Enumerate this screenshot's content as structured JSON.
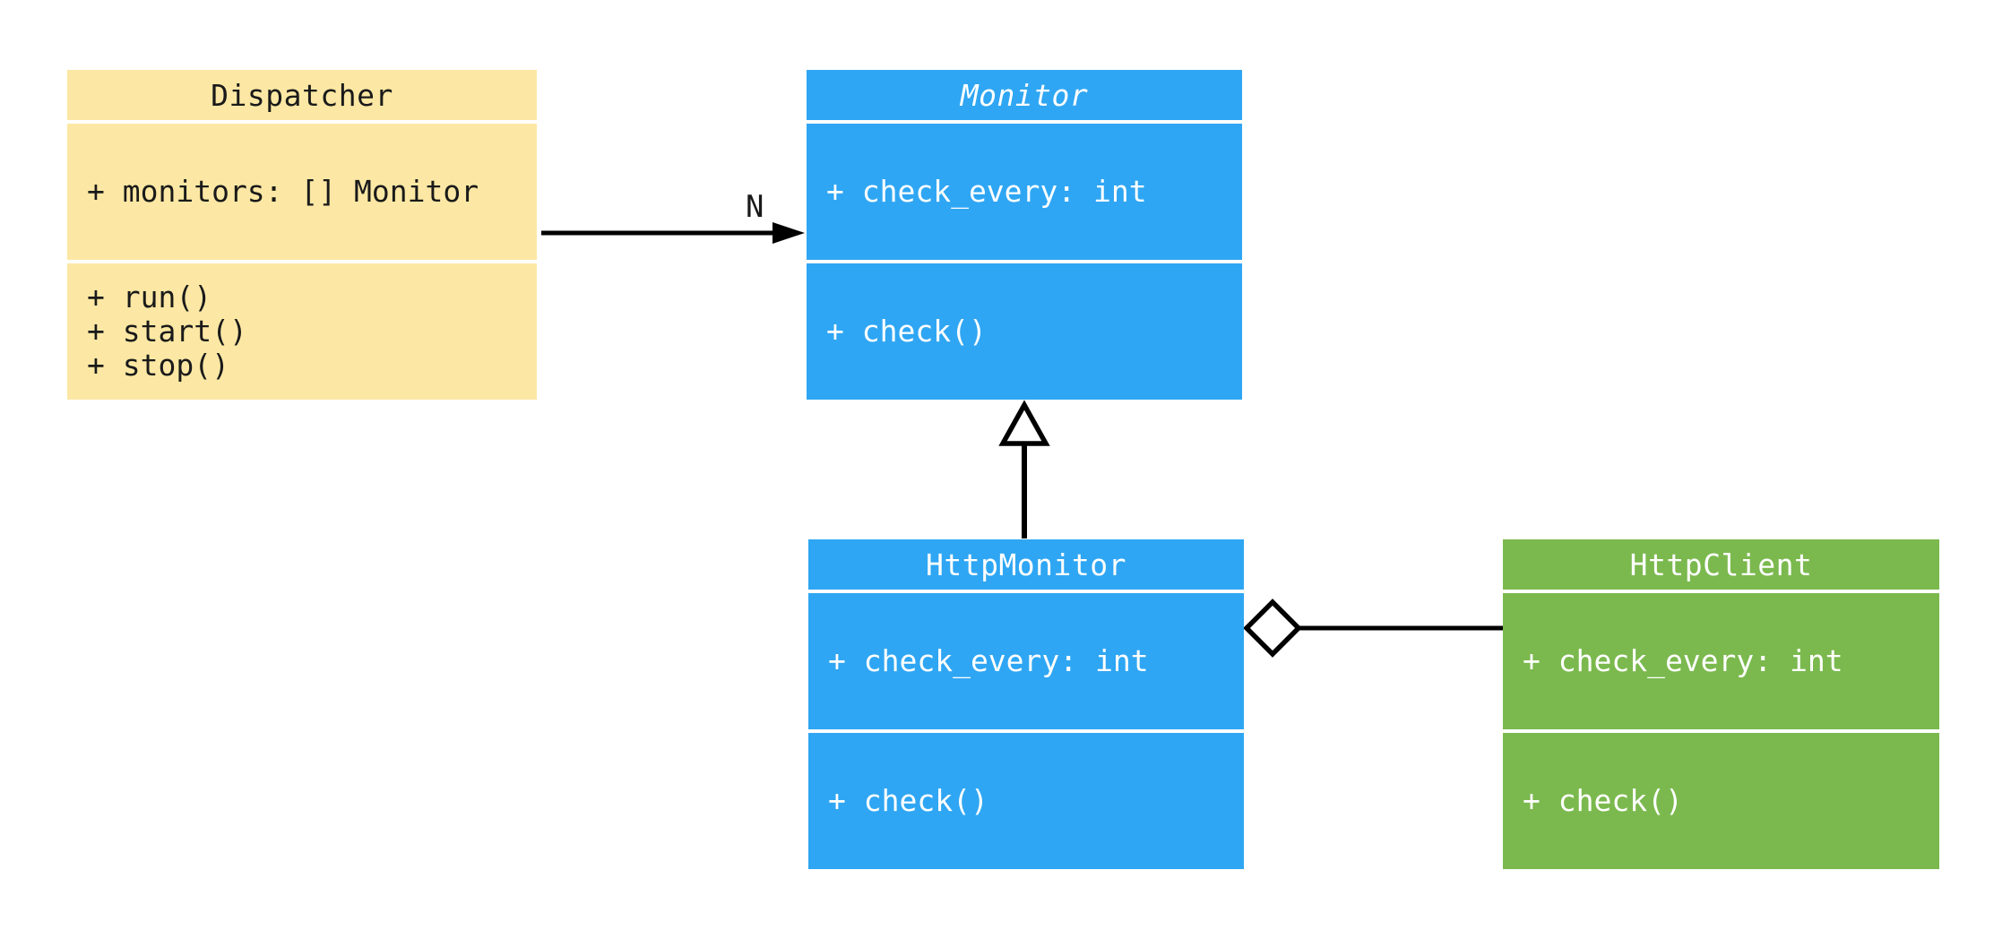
{
  "colors": {
    "yellow": "#FCE8A4",
    "blue": "#2FA6F3",
    "green": "#7BB94E",
    "line": "#000000",
    "ink": "#1a1a1a",
    "light": "#ffffff",
    "bg": "#ffffff"
  },
  "diagram": {
    "type": "uml-class-diagram",
    "classes": [
      {
        "id": "dispatcher",
        "name": "Dispatcher",
        "abstract": false,
        "color": "yellow",
        "attributes": [
          "+ monitors: [] Monitor"
        ],
        "methods": [
          "+ run()",
          "+ start()",
          "+ stop()"
        ]
      },
      {
        "id": "monitor",
        "name": "Monitor",
        "abstract": true,
        "color": "blue",
        "attributes": [
          "+ check_every: int"
        ],
        "methods": [
          "+ check()"
        ]
      },
      {
        "id": "http_monitor",
        "name": "HttpMonitor",
        "abstract": false,
        "color": "blue",
        "attributes": [
          "+ check_every: int"
        ],
        "methods": [
          "+ check()"
        ]
      },
      {
        "id": "http_client",
        "name": "HttpClient",
        "abstract": false,
        "color": "green",
        "attributes": [
          "+ check_every: int"
        ],
        "methods": [
          "+ check()"
        ]
      }
    ],
    "relationships": [
      {
        "from": "dispatcher",
        "to": "monitor",
        "type": "directed-association",
        "label": "N"
      },
      {
        "from": "http_monitor",
        "to": "monitor",
        "type": "generalization",
        "label": ""
      },
      {
        "from": "http_monitor",
        "to": "http_client",
        "type": "aggregation",
        "label": ""
      }
    ]
  }
}
